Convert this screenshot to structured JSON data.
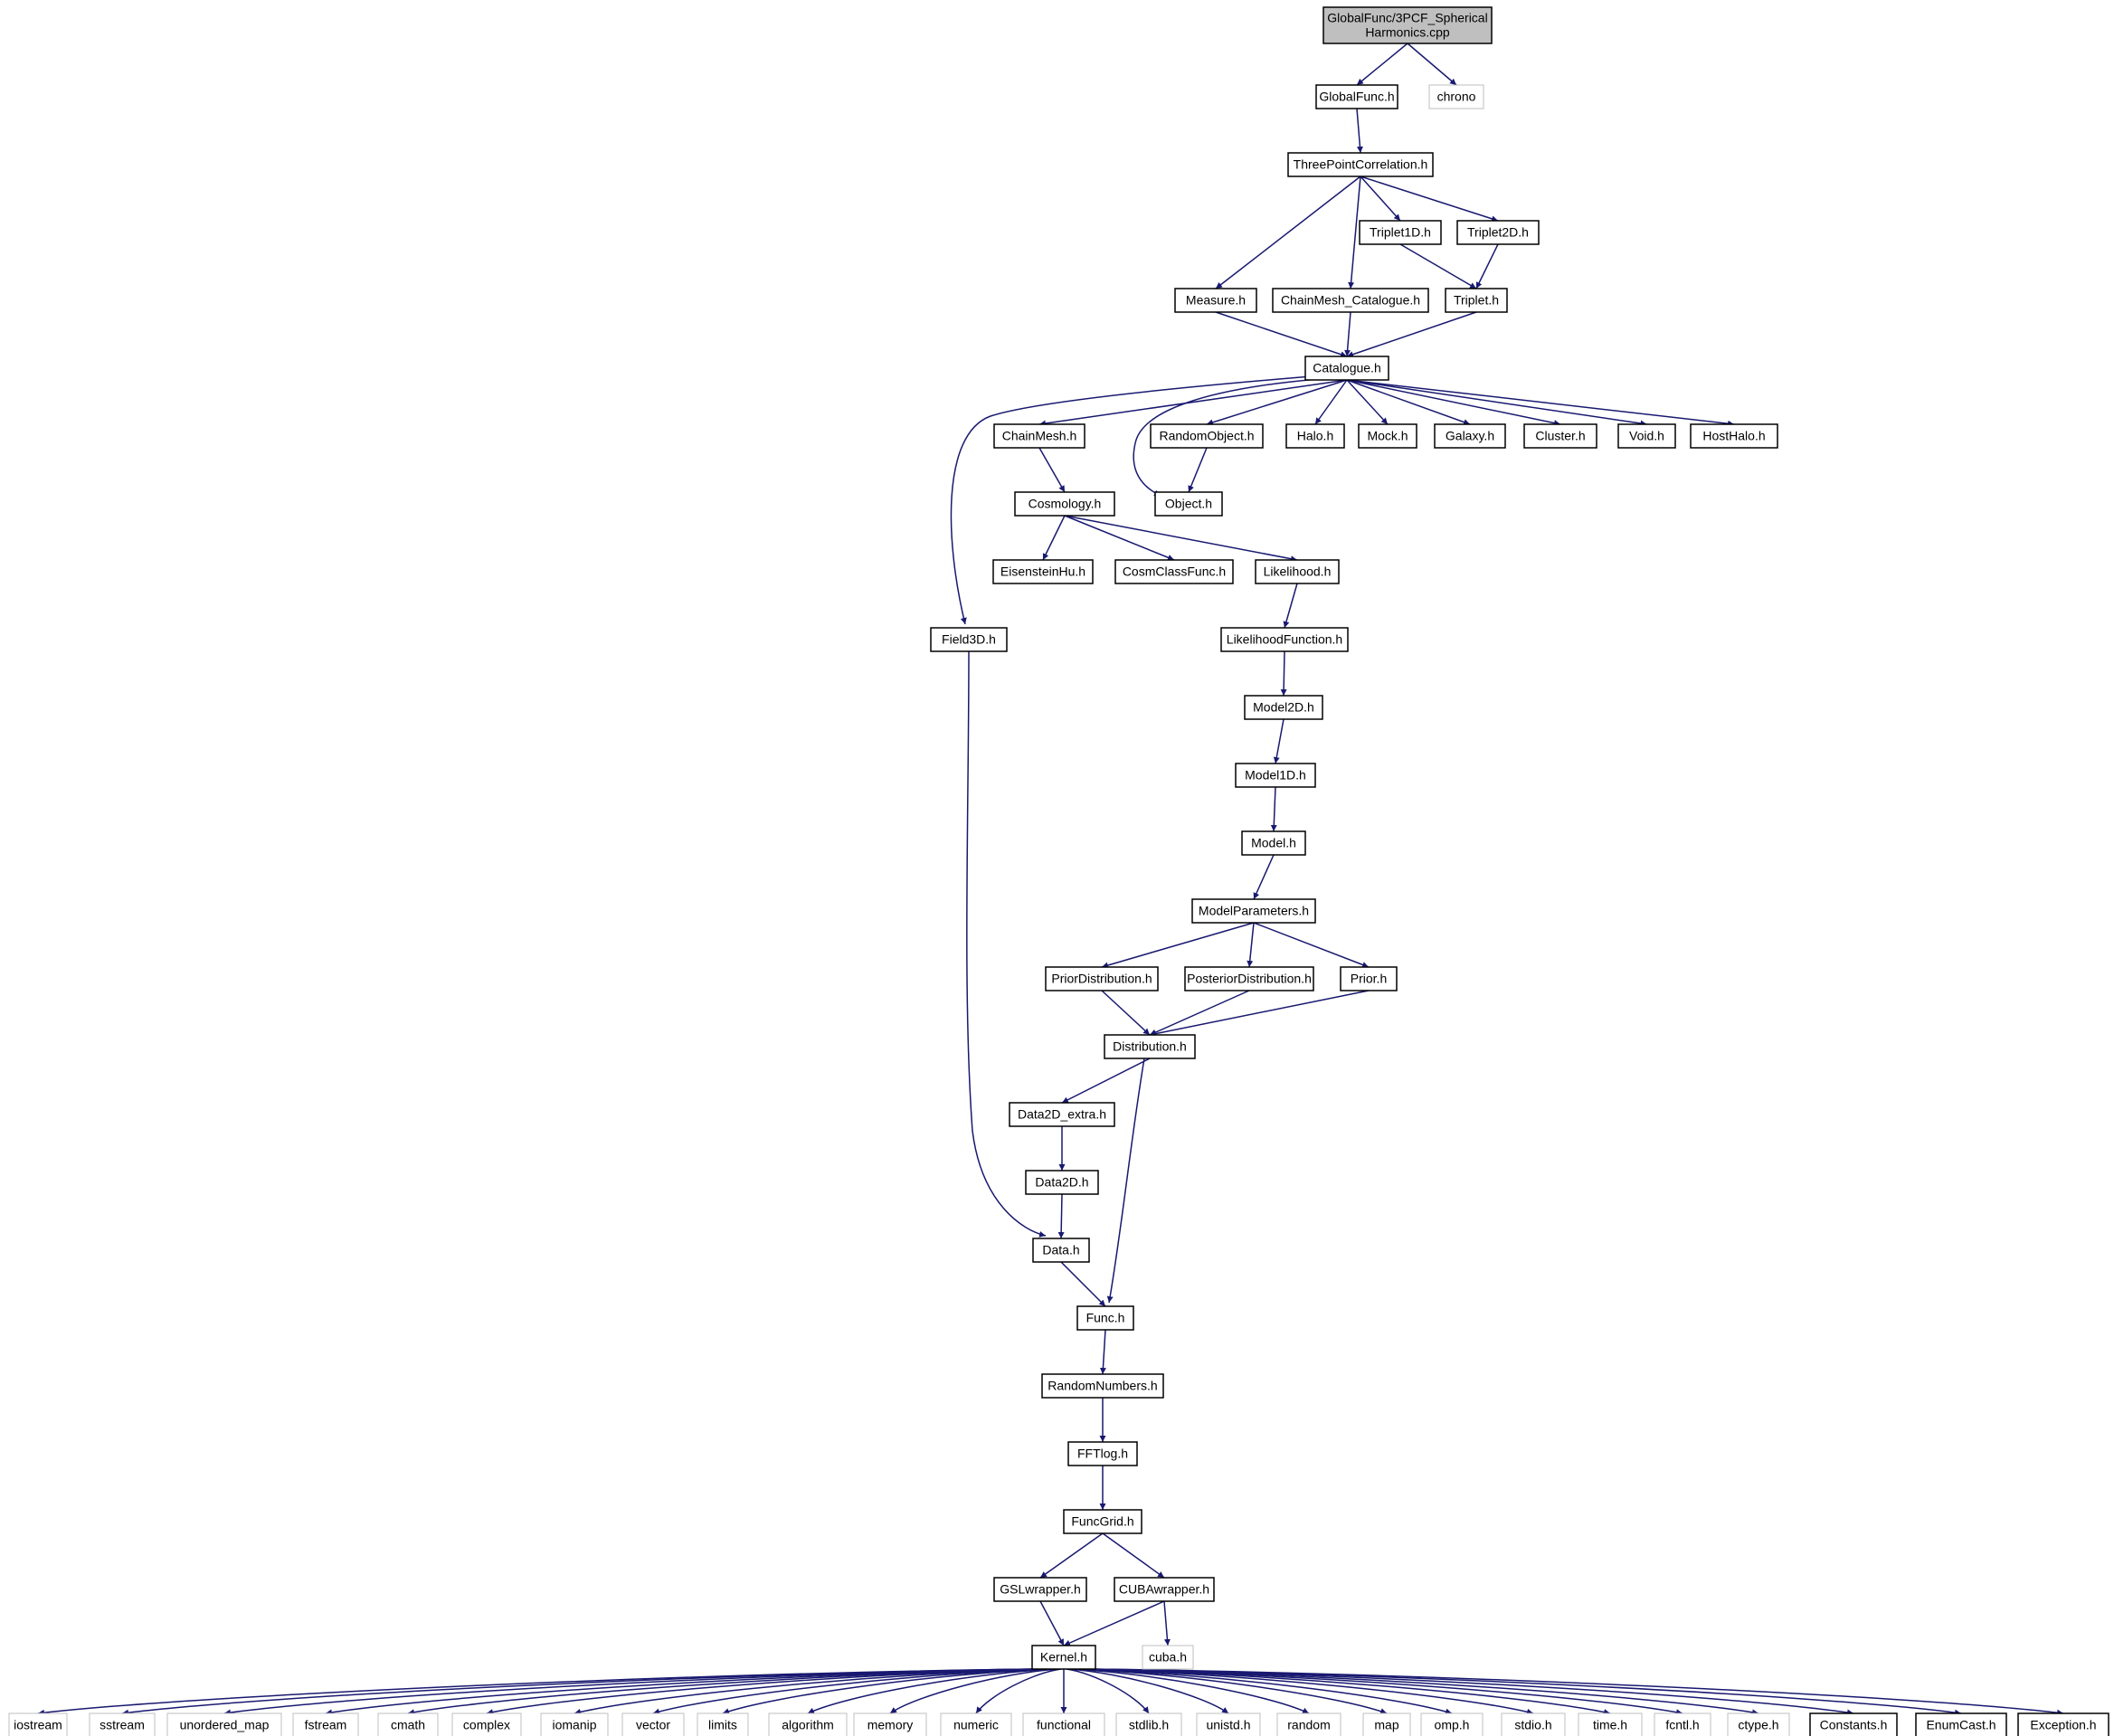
{
  "diagram": {
    "nodes": [
      {
        "id": "root",
        "lines": [
          "GlobalFunc/3PCF_Spherical",
          "Harmonics.cpp"
        ],
        "kind": "root"
      },
      {
        "id": "globalfunc",
        "lines": [
          "GlobalFunc.h"
        ],
        "kind": "documented"
      },
      {
        "id": "chrono",
        "lines": [
          "chrono"
        ],
        "kind": "external"
      },
      {
        "id": "threepoint",
        "lines": [
          "ThreePointCorrelation.h"
        ],
        "kind": "documented"
      },
      {
        "id": "triplet1d",
        "lines": [
          "Triplet1D.h"
        ],
        "kind": "documented"
      },
      {
        "id": "triplet2d",
        "lines": [
          "Triplet2D.h"
        ],
        "kind": "documented"
      },
      {
        "id": "measure",
        "lines": [
          "Measure.h"
        ],
        "kind": "documented"
      },
      {
        "id": "chainmeshcat",
        "lines": [
          "ChainMesh_Catalogue.h"
        ],
        "kind": "documented"
      },
      {
        "id": "triplet",
        "lines": [
          "Triplet.h"
        ],
        "kind": "documented"
      },
      {
        "id": "catalogue",
        "lines": [
          "Catalogue.h"
        ],
        "kind": "documented"
      },
      {
        "id": "chainmesh",
        "lines": [
          "ChainMesh.h"
        ],
        "kind": "documented"
      },
      {
        "id": "randomobject",
        "lines": [
          "RandomObject.h"
        ],
        "kind": "documented"
      },
      {
        "id": "halo",
        "lines": [
          "Halo.h"
        ],
        "kind": "documented"
      },
      {
        "id": "mock",
        "lines": [
          "Mock.h"
        ],
        "kind": "documented"
      },
      {
        "id": "galaxy",
        "lines": [
          "Galaxy.h"
        ],
        "kind": "documented"
      },
      {
        "id": "cluster",
        "lines": [
          "Cluster.h"
        ],
        "kind": "documented"
      },
      {
        "id": "void",
        "lines": [
          "Void.h"
        ],
        "kind": "documented"
      },
      {
        "id": "hosthalo",
        "lines": [
          "HostHalo.h"
        ],
        "kind": "documented"
      },
      {
        "id": "cosmology",
        "lines": [
          "Cosmology.h"
        ],
        "kind": "documented"
      },
      {
        "id": "object",
        "lines": [
          "Object.h"
        ],
        "kind": "documented"
      },
      {
        "id": "eisenstein",
        "lines": [
          "EisensteinHu.h"
        ],
        "kind": "documented"
      },
      {
        "id": "cosmclass",
        "lines": [
          "CosmClassFunc.h"
        ],
        "kind": "documented"
      },
      {
        "id": "likelihood",
        "lines": [
          "Likelihood.h"
        ],
        "kind": "documented"
      },
      {
        "id": "field3d",
        "lines": [
          "Field3D.h"
        ],
        "kind": "documented"
      },
      {
        "id": "likelihoodfunc",
        "lines": [
          "LikelihoodFunction.h"
        ],
        "kind": "documented"
      },
      {
        "id": "model2d",
        "lines": [
          "Model2D.h"
        ],
        "kind": "documented"
      },
      {
        "id": "model1d",
        "lines": [
          "Model1D.h"
        ],
        "kind": "documented"
      },
      {
        "id": "model",
        "lines": [
          "Model.h"
        ],
        "kind": "documented"
      },
      {
        "id": "modelparams",
        "lines": [
          "ModelParameters.h"
        ],
        "kind": "documented"
      },
      {
        "id": "priordist",
        "lines": [
          "PriorDistribution.h"
        ],
        "kind": "documented"
      },
      {
        "id": "posteriordist",
        "lines": [
          "PosteriorDistribution.h"
        ],
        "kind": "documented"
      },
      {
        "id": "prior",
        "lines": [
          "Prior.h"
        ],
        "kind": "documented"
      },
      {
        "id": "distribution",
        "lines": [
          "Distribution.h"
        ],
        "kind": "documented"
      },
      {
        "id": "data2dextra",
        "lines": [
          "Data2D_extra.h"
        ],
        "kind": "documented"
      },
      {
        "id": "data2d",
        "lines": [
          "Data2D.h"
        ],
        "kind": "documented"
      },
      {
        "id": "data",
        "lines": [
          "Data.h"
        ],
        "kind": "documented"
      },
      {
        "id": "func",
        "lines": [
          "Func.h"
        ],
        "kind": "documented"
      },
      {
        "id": "randomnumbers",
        "lines": [
          "RandomNumbers.h"
        ],
        "kind": "documented"
      },
      {
        "id": "fftlog",
        "lines": [
          "FFTlog.h"
        ],
        "kind": "documented"
      },
      {
        "id": "funcgrid",
        "lines": [
          "FuncGrid.h"
        ],
        "kind": "documented"
      },
      {
        "id": "gslwrapper",
        "lines": [
          "GSLwrapper.h"
        ],
        "kind": "documented"
      },
      {
        "id": "cubawrapper",
        "lines": [
          "CUBAwrapper.h"
        ],
        "kind": "documented"
      },
      {
        "id": "kernel",
        "lines": [
          "Kernel.h"
        ],
        "kind": "documented"
      },
      {
        "id": "cuba",
        "lines": [
          "cuba.h"
        ],
        "kind": "external"
      },
      {
        "id": "iostream",
        "lines": [
          "iostream"
        ],
        "kind": "external"
      },
      {
        "id": "sstream",
        "lines": [
          "sstream"
        ],
        "kind": "external"
      },
      {
        "id": "unordered_map",
        "lines": [
          "unordered_map"
        ],
        "kind": "external"
      },
      {
        "id": "fstream",
        "lines": [
          "fstream"
        ],
        "kind": "external"
      },
      {
        "id": "cmath",
        "lines": [
          "cmath"
        ],
        "kind": "external"
      },
      {
        "id": "complex",
        "lines": [
          "complex"
        ],
        "kind": "external"
      },
      {
        "id": "iomanip",
        "lines": [
          "iomanip"
        ],
        "kind": "external"
      },
      {
        "id": "vector",
        "lines": [
          "vector"
        ],
        "kind": "external"
      },
      {
        "id": "limits",
        "lines": [
          "limits"
        ],
        "kind": "external"
      },
      {
        "id": "algorithm",
        "lines": [
          "algorithm"
        ],
        "kind": "external"
      },
      {
        "id": "memory",
        "lines": [
          "memory"
        ],
        "kind": "external"
      },
      {
        "id": "numeric",
        "lines": [
          "numeric"
        ],
        "kind": "external"
      },
      {
        "id": "functional",
        "lines": [
          "functional"
        ],
        "kind": "external"
      },
      {
        "id": "stdlib",
        "lines": [
          "stdlib.h"
        ],
        "kind": "external"
      },
      {
        "id": "unistd",
        "lines": [
          "unistd.h"
        ],
        "kind": "external"
      },
      {
        "id": "random",
        "lines": [
          "random"
        ],
        "kind": "external"
      },
      {
        "id": "map",
        "lines": [
          "map"
        ],
        "kind": "external"
      },
      {
        "id": "omp",
        "lines": [
          "omp.h"
        ],
        "kind": "external"
      },
      {
        "id": "stdio",
        "lines": [
          "stdio.h"
        ],
        "kind": "external"
      },
      {
        "id": "time",
        "lines": [
          "time.h"
        ],
        "kind": "external"
      },
      {
        "id": "fcntl",
        "lines": [
          "fcntl.h"
        ],
        "kind": "external"
      },
      {
        "id": "ctype",
        "lines": [
          "ctype.h"
        ],
        "kind": "external"
      },
      {
        "id": "constants",
        "lines": [
          "Constants.h"
        ],
        "kind": "documented"
      },
      {
        "id": "enumcast",
        "lines": [
          "EnumCast.h"
        ],
        "kind": "documented"
      },
      {
        "id": "exception",
        "lines": [
          "Exception.h"
        ],
        "kind": "documented"
      }
    ],
    "edges": [
      [
        "root",
        "globalfunc"
      ],
      [
        "root",
        "chrono"
      ],
      [
        "globalfunc",
        "threepoint"
      ],
      [
        "threepoint",
        "measure"
      ],
      [
        "threepoint",
        "chainmeshcat"
      ],
      [
        "threepoint",
        "triplet1d"
      ],
      [
        "threepoint",
        "triplet2d"
      ],
      [
        "triplet1d",
        "triplet"
      ],
      [
        "triplet2d",
        "triplet"
      ],
      [
        "measure",
        "catalogue"
      ],
      [
        "chainmeshcat",
        "catalogue"
      ],
      [
        "triplet",
        "catalogue"
      ],
      [
        "catalogue",
        "field3d"
      ],
      [
        "catalogue",
        "chainmesh"
      ],
      [
        "catalogue",
        "object"
      ],
      [
        "catalogue",
        "randomobject"
      ],
      [
        "catalogue",
        "halo"
      ],
      [
        "catalogue",
        "mock"
      ],
      [
        "catalogue",
        "galaxy"
      ],
      [
        "catalogue",
        "cluster"
      ],
      [
        "catalogue",
        "void"
      ],
      [
        "catalogue",
        "hosthalo"
      ],
      [
        "randomobject",
        "object"
      ],
      [
        "chainmesh",
        "cosmology"
      ],
      [
        "cosmology",
        "eisenstein"
      ],
      [
        "cosmology",
        "cosmclass"
      ],
      [
        "cosmology",
        "likelihood"
      ],
      [
        "likelihood",
        "likelihoodfunc"
      ],
      [
        "likelihoodfunc",
        "model2d"
      ],
      [
        "model2d",
        "model1d"
      ],
      [
        "model1d",
        "model"
      ],
      [
        "model",
        "modelparams"
      ],
      [
        "modelparams",
        "priordist"
      ],
      [
        "modelparams",
        "posteriordist"
      ],
      [
        "modelparams",
        "prior"
      ],
      [
        "priordist",
        "distribution"
      ],
      [
        "posteriordist",
        "distribution"
      ],
      [
        "prior",
        "distribution"
      ],
      [
        "distribution",
        "data2dextra"
      ],
      [
        "distribution",
        "func"
      ],
      [
        "data2dextra",
        "data2d"
      ],
      [
        "data2d",
        "data"
      ],
      [
        "field3d",
        "data"
      ],
      [
        "data",
        "func"
      ],
      [
        "func",
        "randomnumbers"
      ],
      [
        "randomnumbers",
        "fftlog"
      ],
      [
        "fftlog",
        "funcgrid"
      ],
      [
        "funcgrid",
        "gslwrapper"
      ],
      [
        "funcgrid",
        "cubawrapper"
      ],
      [
        "gslwrapper",
        "kernel"
      ],
      [
        "cubawrapper",
        "kernel"
      ],
      [
        "cubawrapper",
        "cuba"
      ],
      [
        "kernel",
        "iostream"
      ],
      [
        "kernel",
        "sstream"
      ],
      [
        "kernel",
        "unordered_map"
      ],
      [
        "kernel",
        "fstream"
      ],
      [
        "kernel",
        "cmath"
      ],
      [
        "kernel",
        "complex"
      ],
      [
        "kernel",
        "iomanip"
      ],
      [
        "kernel",
        "vector"
      ],
      [
        "kernel",
        "limits"
      ],
      [
        "kernel",
        "algorithm"
      ],
      [
        "kernel",
        "memory"
      ],
      [
        "kernel",
        "numeric"
      ],
      [
        "kernel",
        "functional"
      ],
      [
        "kernel",
        "stdlib"
      ],
      [
        "kernel",
        "unistd"
      ],
      [
        "kernel",
        "random"
      ],
      [
        "kernel",
        "map"
      ],
      [
        "kernel",
        "omp"
      ],
      [
        "kernel",
        "stdio"
      ],
      [
        "kernel",
        "time"
      ],
      [
        "kernel",
        "fcntl"
      ],
      [
        "kernel",
        "ctype"
      ],
      [
        "kernel",
        "constants"
      ],
      [
        "kernel",
        "enumcast"
      ],
      [
        "kernel",
        "exception"
      ]
    ],
    "colors": {
      "edge": "#191970",
      "root_fill": "#bfbfbf",
      "documented_border": "#000000",
      "external_border": "#bfbfbf",
      "text": "#000000"
    }
  }
}
